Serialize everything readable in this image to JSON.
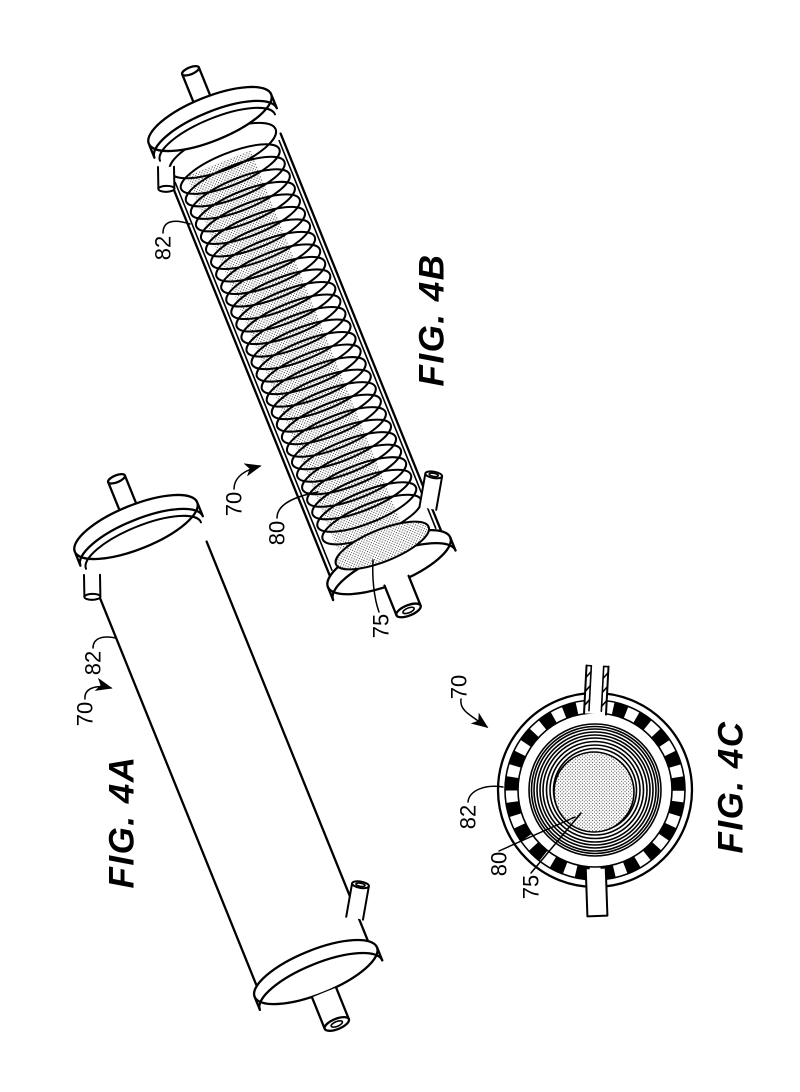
{
  "sheet": {
    "background": "#ffffff",
    "ink": "#000000",
    "description": "Patent drawing sheet with three views of a cylindrical cartridge"
  },
  "fig4a": {
    "caption": "FIG. 4A",
    "labels": {
      "housing": "82",
      "assembly": "70"
    }
  },
  "fig4b": {
    "caption": "FIG. 4B",
    "labels": {
      "housing": "82",
      "assembly": "70",
      "winding": "80",
      "core": "75"
    }
  },
  "fig4c": {
    "caption": "FIG. 4C",
    "labels": {
      "assembly": "70",
      "housing": "82",
      "winding": "80",
      "core": "75"
    }
  }
}
